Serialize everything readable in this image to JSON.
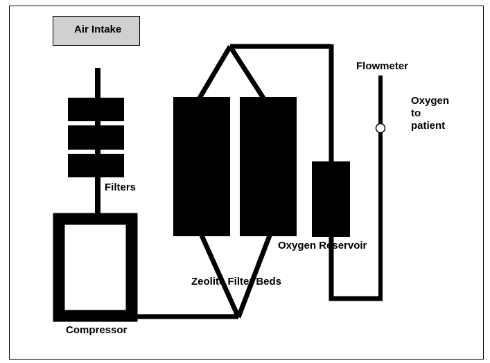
{
  "diagram": {
    "title": "",
    "labels": {
      "air_intake": "Air Intake",
      "filters": "Filters",
      "compressor": "Compressor",
      "zeolite_beds": "Zeolite Filter Beds",
      "oxygen_reservoir": "Oxygen Reservoir",
      "flowmeter": "Flowmeter",
      "oxygen_to_patient": [
        "Oxygen",
        "to",
        "patient"
      ]
    },
    "colors": {
      "ink": "#000000",
      "intake_fill": "#d0d0d0",
      "background": "#ffffff"
    }
  }
}
